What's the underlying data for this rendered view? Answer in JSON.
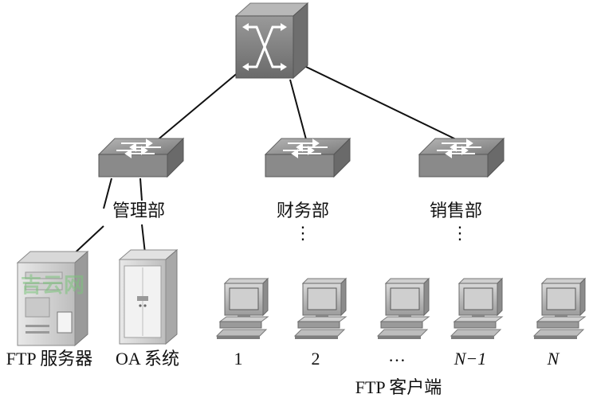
{
  "departments": [
    {
      "name": "管理部"
    },
    {
      "name": "财务部",
      "vdots": "⋮"
    },
    {
      "name": "销售部",
      "vdots": "⋮"
    }
  ],
  "servers": [
    {
      "label": "FTP 服务器"
    },
    {
      "label": "OA 系统"
    }
  ],
  "clients": {
    "items": [
      "1",
      "2",
      "…",
      "N−1",
      "N"
    ],
    "caption": "FTP 客户端"
  },
  "watermark": "吉云网",
  "colors": {
    "device_gray": "#8f8f8f",
    "device_dark": "#5e5e5e",
    "line": "#111111",
    "watermark": "#7cc47c"
  },
  "icons": [
    "core-router-icon",
    "switch-icon",
    "server-tower-icon",
    "server-rack-icon",
    "pc-icon"
  ]
}
